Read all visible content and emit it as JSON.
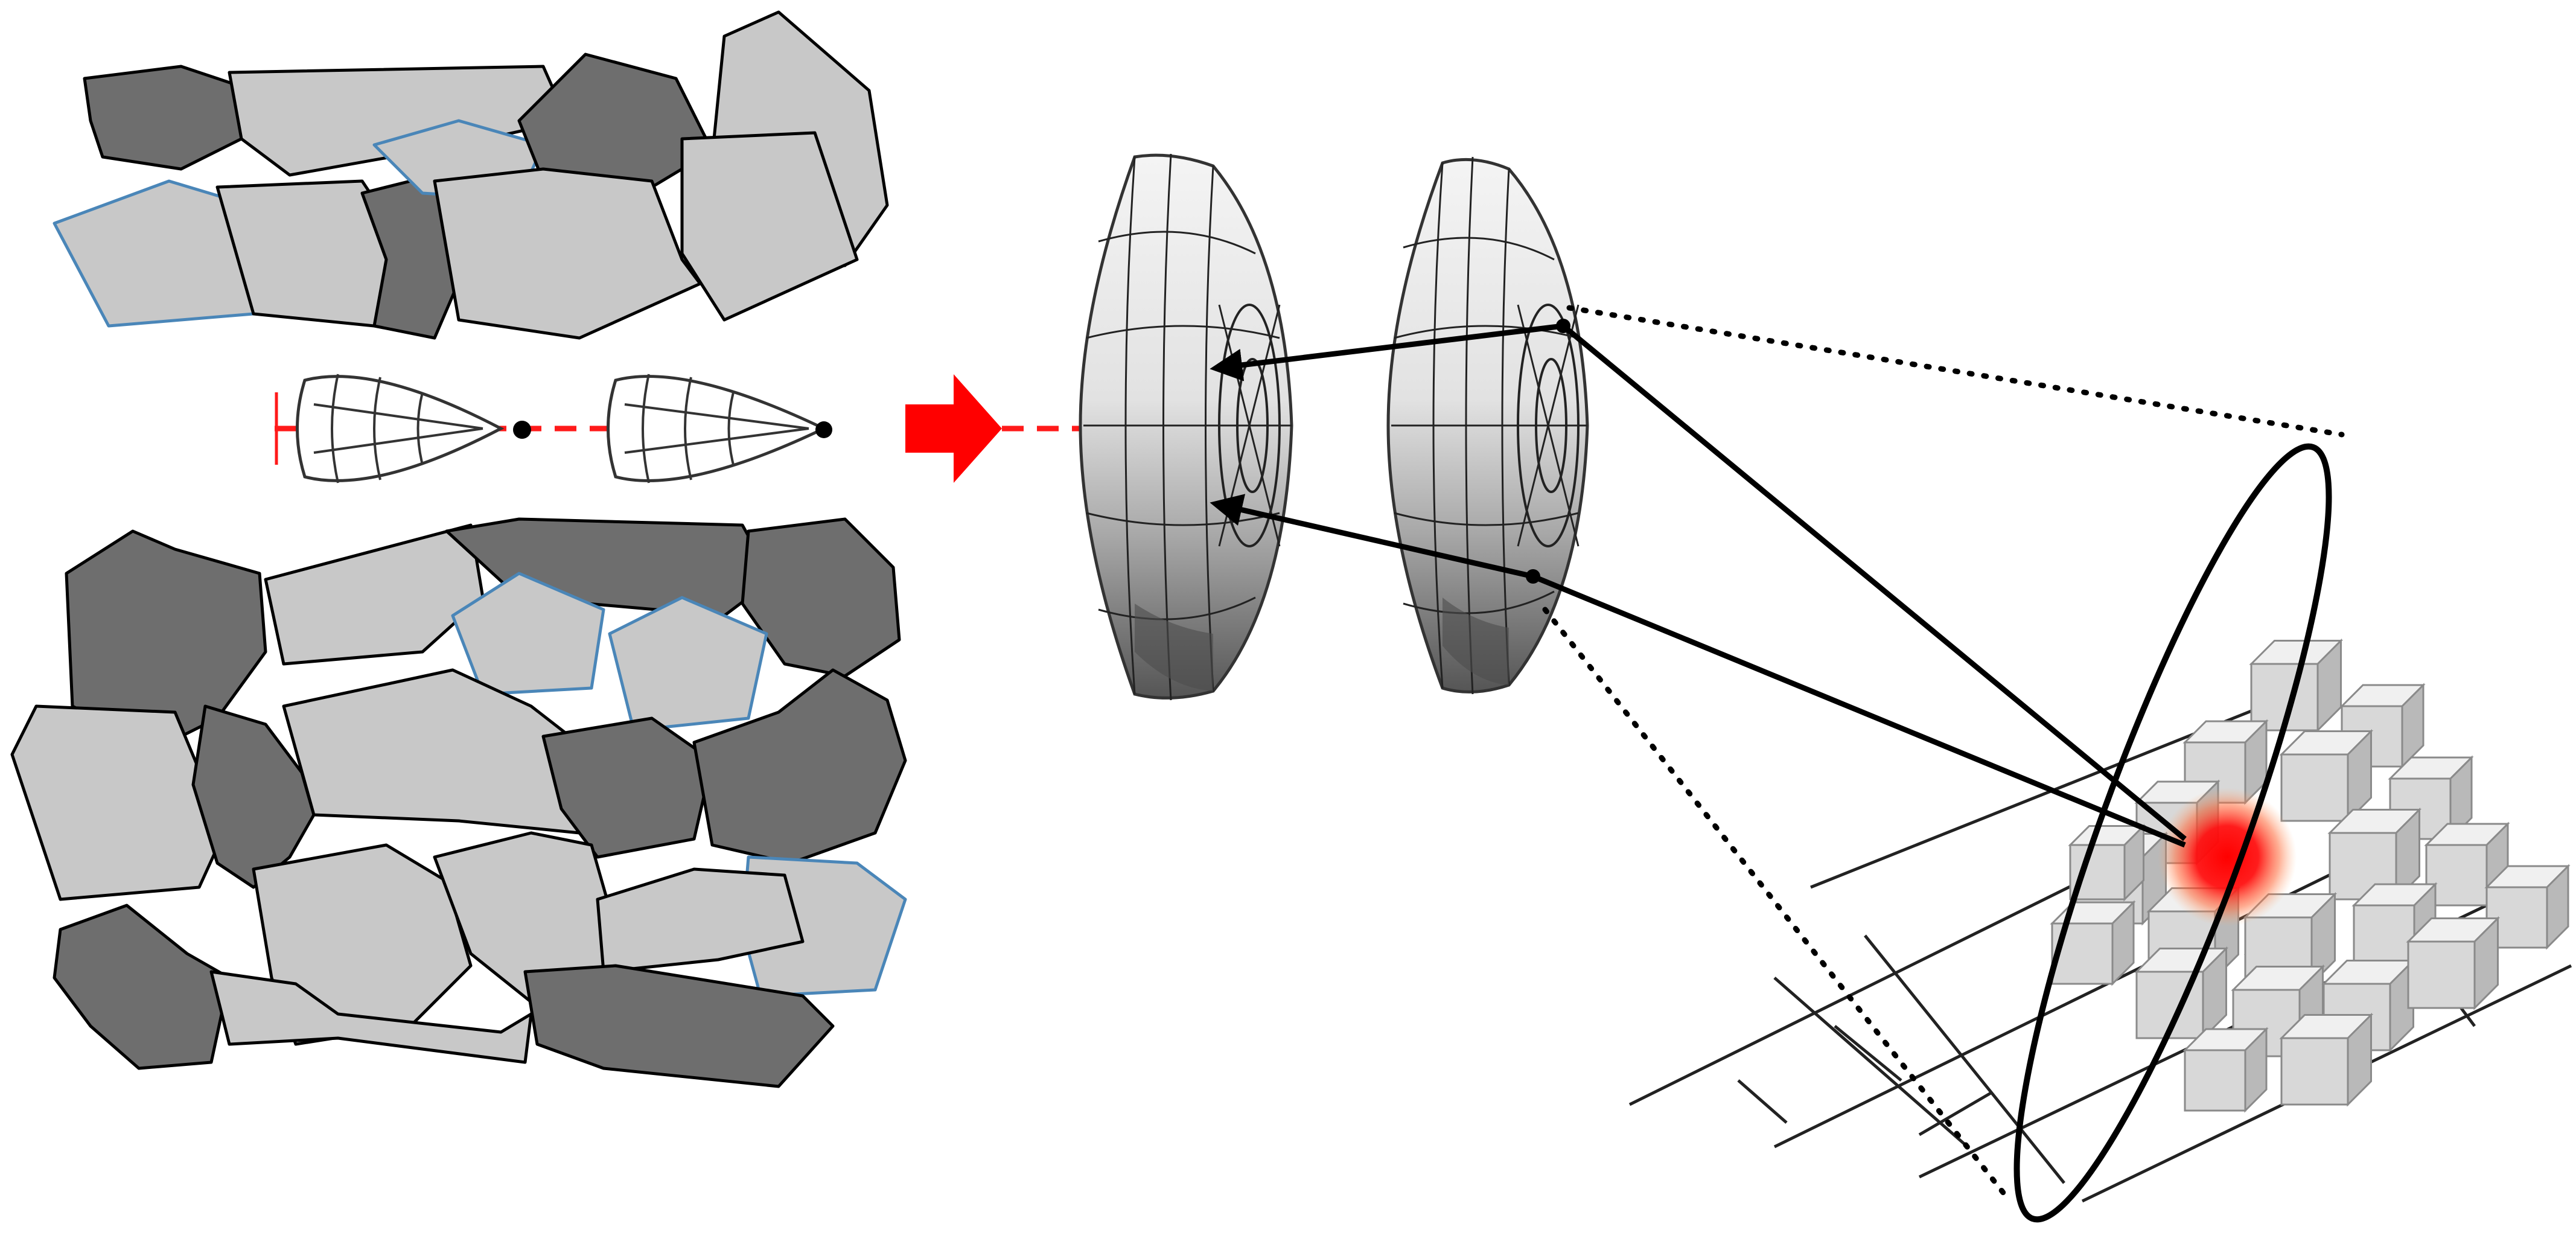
{
  "diagram": {
    "panels": [
      {
        "id": "granular-sample",
        "description_name": "packed-grains"
      },
      {
        "id": "objective-lenses",
        "description_name": "double-lens-system"
      },
      {
        "id": "focal-volume",
        "description_name": "ellipsoid-focus-on-voxel-grid"
      }
    ],
    "colors": {
      "grain_light": "#c8c8c8",
      "grain_dark": "#6e6e6e",
      "grain_outline_blue": "#4a86b8",
      "optic_axis": "#ff1a1a",
      "focus_spot": "#ff0000",
      "ray": "#000000"
    },
    "icons": {
      "direction_arrow": "red-right-arrow",
      "focus": "red-glow-spot"
    }
  }
}
